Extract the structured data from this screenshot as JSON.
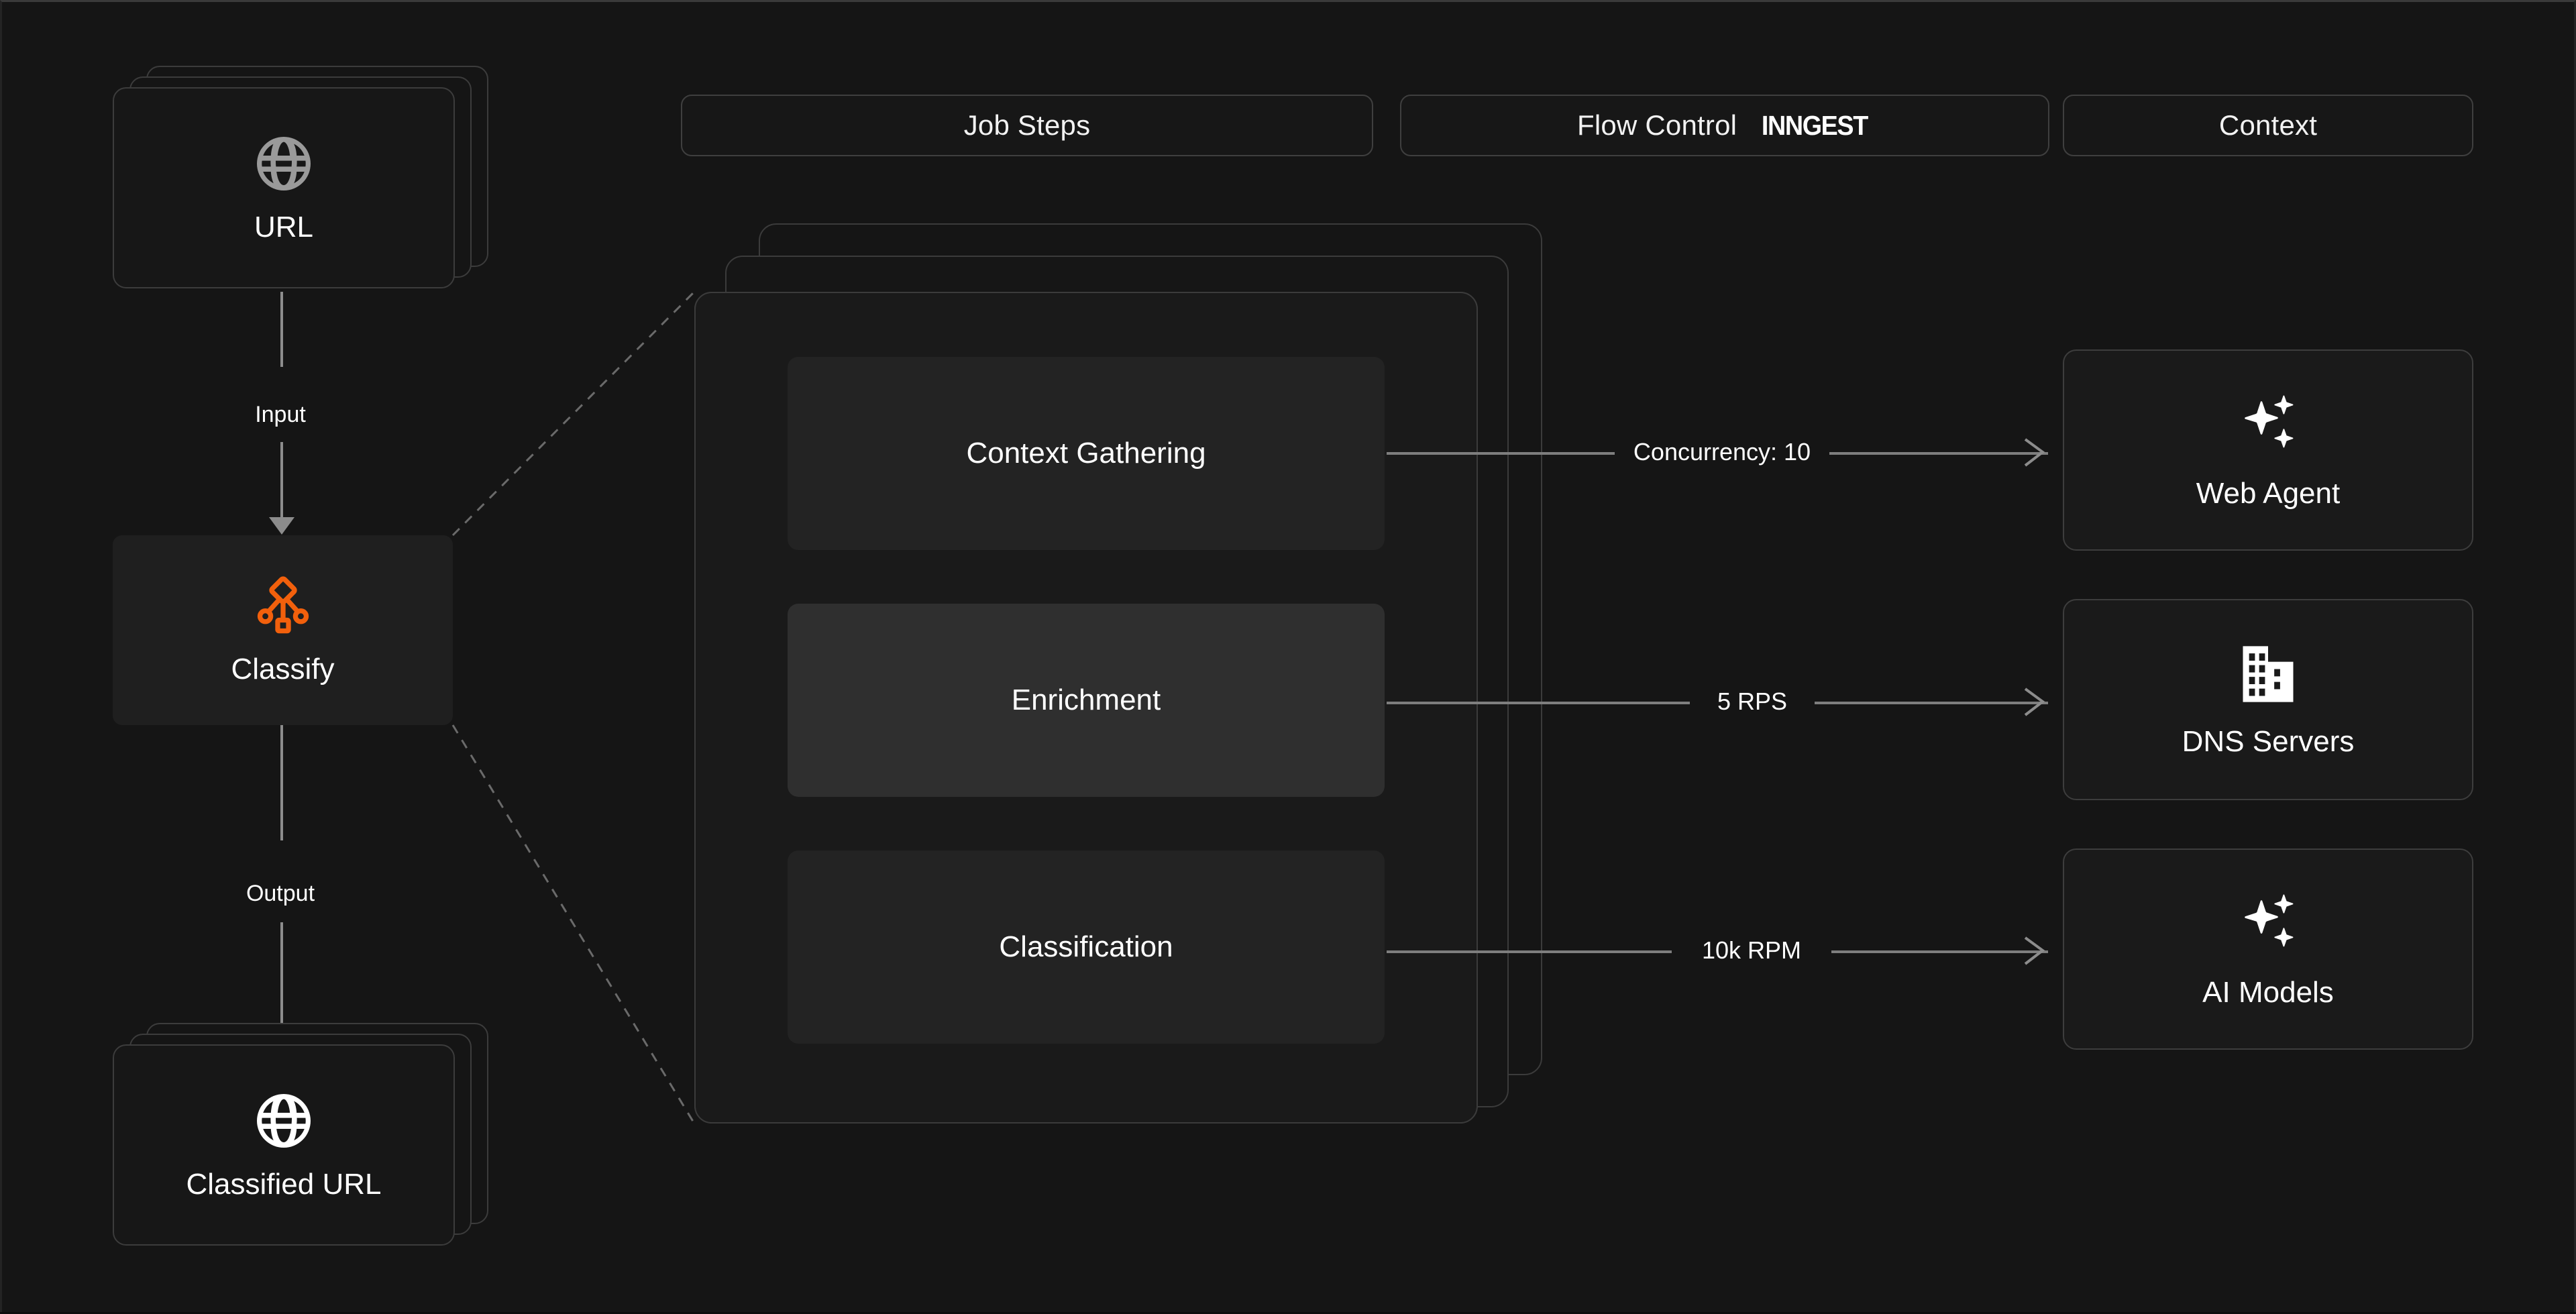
{
  "colors": {
    "background": "#151515",
    "card": "#1a1a1a",
    "card_border": "#3d3d3d",
    "step": "#232323",
    "step_active": "#2f2f2f",
    "accent_orange": "#F2600C",
    "connector": "#8c8c8c",
    "text": "#ffffff",
    "icon_muted": "#9a9a9a"
  },
  "headers": [
    {
      "label": "Job Steps",
      "brand": ""
    },
    {
      "label": "Flow Control",
      "brand": "INNGEST"
    },
    {
      "label": "Context",
      "brand": ""
    }
  ],
  "pipeline": {
    "input_node": {
      "label": "URL",
      "icon": "globe-icon",
      "stacked": true,
      "stack_count": 3
    },
    "input_edge_label": "Input",
    "process_node": {
      "label": "Classify",
      "icon": "workflow-hierarchy-icon",
      "accent": "#F2600C"
    },
    "output_edge_label": "Output",
    "output_node": {
      "label": "Classified URL",
      "icon": "globe-icon",
      "stacked": true,
      "stack_count": 3
    }
  },
  "job_steps": {
    "stack_count": 4,
    "steps": [
      {
        "label": "Context Gathering",
        "active": false
      },
      {
        "label": "Enrichment",
        "active": true
      },
      {
        "label": "Classification",
        "active": false
      }
    ]
  },
  "flow_control": [
    {
      "label": "Concurrency: 10"
    },
    {
      "label": "5 RPS"
    },
    {
      "label": "10k RPM"
    }
  ],
  "context_services": [
    {
      "label": "Web Agent",
      "icon": "sparkles-icon"
    },
    {
      "label": "DNS Servers",
      "icon": "building-icon"
    },
    {
      "label": "AI Models",
      "icon": "sparkles-icon"
    }
  ]
}
